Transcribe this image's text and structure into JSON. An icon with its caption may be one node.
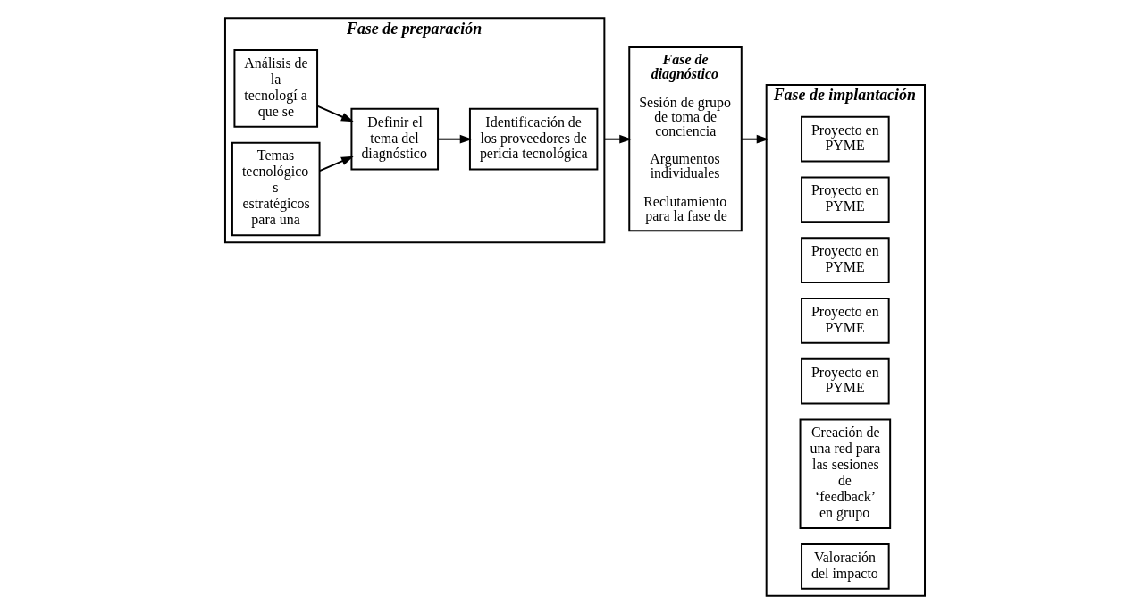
{
  "diagram": {
    "nodes": [
      {
        "text": [
          "Fase de preparación"
        ]
      },
      {
        "text": [
          "Análisis de la tecnologí a que se"
        ],
        "in": 0
      },
      {
        "text": [
          "Temas tecnológico s estratégicos para una"
        ],
        "in": 0
      },
      {
        "text": [
          "Definir el tema del diagnóstico"
        ],
        "in": 0
      },
      {
        "text": [
          "Identificación de los proveedores de pericia tecnológica"
        ],
        "in": 0
      },
      {
        "text": [
          "Fase de diagnóstico",
          "Sesión de grupo de toma de conciencia",
          "Argumentos individuales",
          "Reclutamiento para la fase de"
        ]
      },
      {
        "text": [
          "Fase de implantación"
        ]
      },
      {
        "text": [
          "Proyecto en PYME"
        ],
        "in": 6
      },
      {
        "text": [
          "Proyecto en PYME"
        ],
        "in": 6
      },
      {
        "text": [
          "Proyecto en PYME"
        ],
        "in": 6
      },
      {
        "text": [
          "Proyecto en PYME"
        ],
        "in": 6
      },
      {
        "text": [
          "Proyecto en PYME"
        ],
        "in": 6
      },
      {
        "text": [
          "Creación de una red para las sesiones de ‘feedback’ en grupo"
        ],
        "in": 6
      },
      {
        "text": [
          "Valoración del impacto"
        ],
        "in": 6
      }
    ],
    "edges": [
      {
        "from": 1,
        "to": 3,
        "arrow": "to"
      },
      {
        "from": 2,
        "to": 3,
        "arrow": "to"
      },
      {
        "from": 3,
        "to": 4,
        "arrow": "to"
      },
      {
        "from": 0,
        "to": 5,
        "arrow": "to"
      },
      {
        "from": 5,
        "to": 6,
        "arrow": "to"
      }
    ]
  }
}
